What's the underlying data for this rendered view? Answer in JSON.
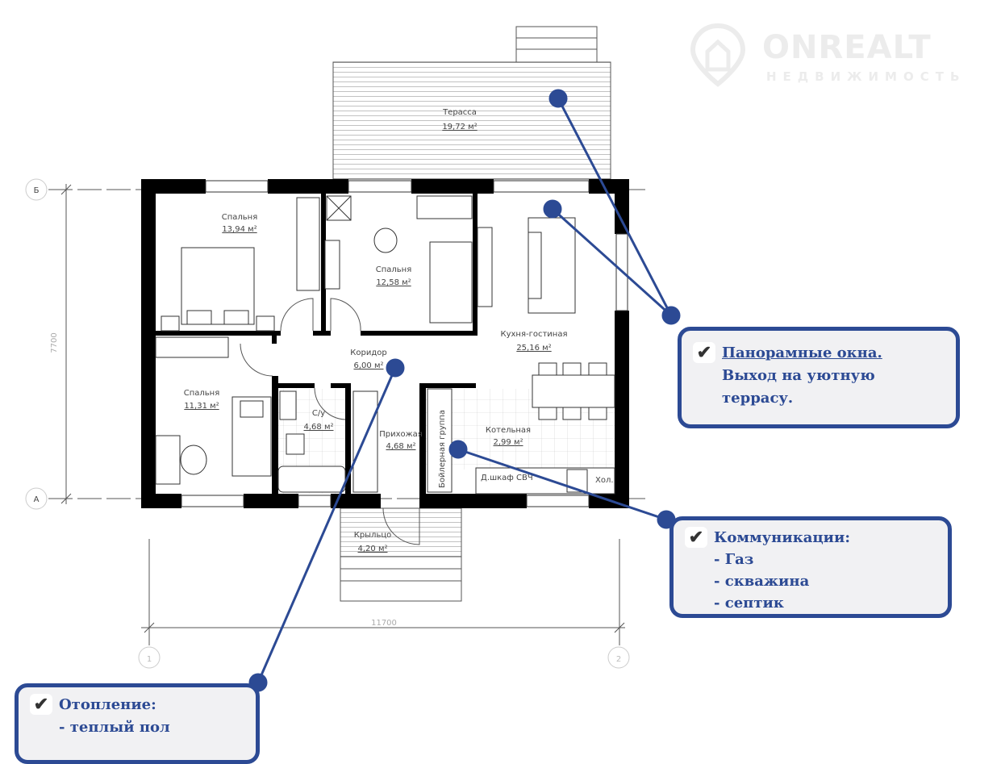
{
  "watermark": {
    "brand": "ONREALT",
    "subtitle": "НЕДВИЖИМОСТЬ"
  },
  "rooms": [
    {
      "name": "Терасса",
      "area": "19,72 м²"
    },
    {
      "name": "Спальня",
      "area": "13,94 м²"
    },
    {
      "name": "Спальня",
      "area": "12,58 м²"
    },
    {
      "name": "Кухня-гостиная",
      "area": "25,16 м²"
    },
    {
      "name": "Коридор",
      "area": "6,00 м²"
    },
    {
      "name": "Спальня",
      "area": "11,31 м²"
    },
    {
      "name": "С/у",
      "area": "4,68 м²"
    },
    {
      "name": "Прихожая",
      "area": "4,68 м²"
    },
    {
      "name": "Котельная",
      "area": "2,99 м²"
    },
    {
      "name": "Крыльцо",
      "area": "4,20 м²"
    }
  ],
  "fixtures": {
    "boiler": "Бойлерная группа",
    "oven": "Д.шкаф СВЧ",
    "fridge": "Хол."
  },
  "dimensions": {
    "width": "11700",
    "depth": "7700"
  },
  "axes": {
    "a": "А",
    "b": "Б",
    "one": "1",
    "two": "2"
  },
  "callouts": [
    {
      "check": "✔",
      "lines": [
        "Панорамные окна.",
        "Выход на уютную",
        "террасу."
      ]
    },
    {
      "check": "✔",
      "lines": [
        "Коммуникации:",
        "- Газ",
        "- скважина",
        "- септик"
      ]
    },
    {
      "check": "✔",
      "lines": [
        "Отопление:",
        "- теплый пол"
      ]
    }
  ],
  "colors": {
    "accent": "#2c4a94",
    "wall": "#000000"
  }
}
